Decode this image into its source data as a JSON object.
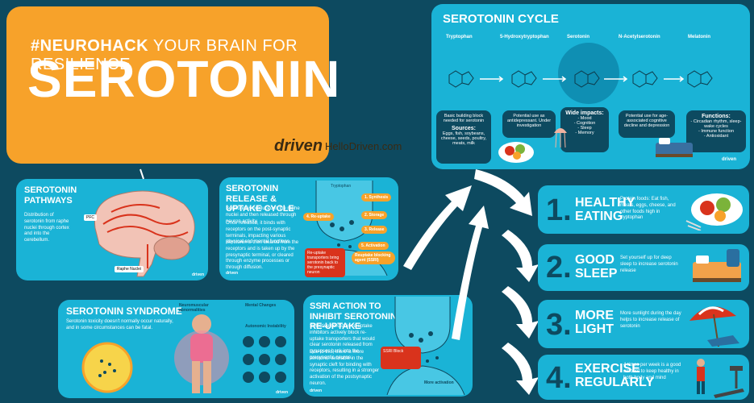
{
  "header": {
    "hashtag": "#NEUROHACK",
    "subtitle": "YOUR BRAIN FOR RESILIENCE",
    "title": "SEROTONIN",
    "brand": "driven",
    "website": "HelloDriven.com"
  },
  "cycle": {
    "title": "SEROTONIN CYCLE",
    "molecules": [
      "Tryptophan",
      "5-Hydroxytryptophan",
      "Serotonin",
      "N-Acetylserotonin",
      "Melatonin"
    ],
    "boxes": [
      {
        "text1": "Basic building block needed for serotonin",
        "heading": "Sources:",
        "text2": "Eggs, fish, soybeans, cheese, seeds, poultry, meats, milk"
      },
      {
        "text1": "Potential use as antidepressant. Under investigation"
      },
      {
        "heading": "Wide impacts:",
        "items": [
          "- Mood",
          "- Cognition",
          "- Sleep",
          "- Memory"
        ]
      },
      {
        "text1": "Potential use for age-associated cognitive decline and depression"
      },
      {
        "heading": "Functions:",
        "items": [
          "- Circadian rhythm, sleep-wake cycles",
          "- Immune function",
          "- Antioxidant"
        ]
      }
    ],
    "brand": "driven"
  },
  "pathways": {
    "title": "SEROTONIN PATHWAYS",
    "text": "Distribution of serotonin from raphe nuclei through cortex and into the cerebellum.",
    "label_pfc": "PFC",
    "label_raphe": "Raphe Nuclei",
    "brand": "driven"
  },
  "release": {
    "title": "SEROTONIN RELEASE & UPTAKE CYCLE",
    "text1": "Serotonin is produced in the raphe nuclei and then released through neuron activity.",
    "text2": "Once released, it binds with receptors on the post-synaptic terminals, impacting various physical and mental functions.",
    "text3": "Serotonin is then cleared from the receptors and is taken up by the presynaptic terminal, or cleared through enzyme processes or through diffusion.",
    "labels": [
      "Tryptophan",
      "1. Synthesis",
      "2. Storage",
      "3. Release",
      "4. Re-uptake",
      "5. Activation",
      "Reuptake blocking agent (SSRI)"
    ],
    "note": "Re-uptake transporters bring serotonin back to the presynaptic neuron",
    "brand": "driven"
  },
  "ssri": {
    "title": "SSRI ACTION TO INHIBIT SEROTONIN RE-UPTAKE",
    "text1": "Selective serotonin re-uptake inhibitors actively block re-uptake transporters that would clear serotonin released from synapses back into the presynaptic neuron.",
    "text2": "Due to this, there is more serotonin available in the synaptic cleft for binding with receptors, resulting in a stronger activation of the postsynaptic neuron.",
    "box": "SSRI Block",
    "label": "More activation",
    "brand": "driven"
  },
  "syndrome": {
    "title": "SEROTONIN SYNDROME",
    "text": "Serotonin toxicity doesn't normally occur naturally, and in some circumstances can be fatal.",
    "col1": "Neuromuscular abnormalities",
    "col2": "Mental Changes",
    "col3": "Autonomic Instability",
    "brand": "driven"
  },
  "steps": [
    {
      "num": "1.",
      "title": "HEALTHY EATING",
      "text": "Protein foods: Eat fish, meats, eggs, cheese, and other foods high in tryptophan"
    },
    {
      "num": "2.",
      "title": "GOOD SLEEP",
      "text": "Set yourself up for deep sleep to increase serotonin release"
    },
    {
      "num": "3.",
      "title": "MORE LIGHT",
      "text": "More sunlight during the day helps to increase release of serotonin"
    },
    {
      "num": "4.",
      "title": "EXERCISE REGULARLY",
      "text": "4 times per week is a good amount to keep healthy in both body and mind"
    }
  ],
  "colors": {
    "background": "#0d4a60",
    "panel": "#1ab3d6",
    "accent": "#f7a22a",
    "red": "#d9331c"
  }
}
